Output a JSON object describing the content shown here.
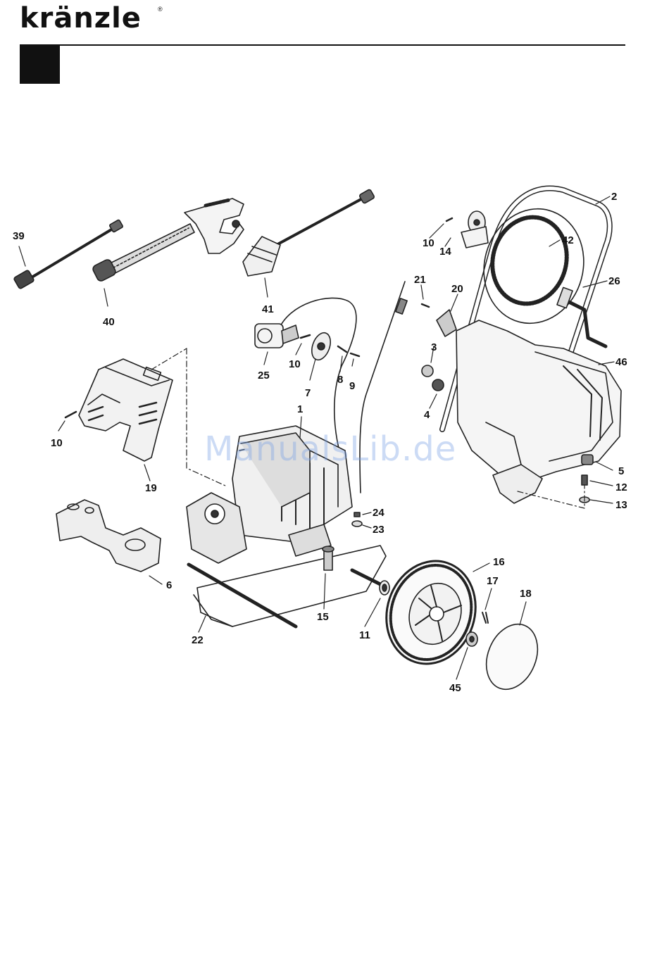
{
  "header": {
    "brand": "kränzle",
    "registered_mark": "®"
  },
  "watermark": "ManualsLib.de",
  "callouts": [
    {
      "id": "c39",
      "text": "39"
    },
    {
      "id": "c40",
      "text": "40"
    },
    {
      "id": "c41",
      "text": "41"
    },
    {
      "id": "c25",
      "text": "25"
    },
    {
      "id": "c10a",
      "text": "10"
    },
    {
      "id": "c7",
      "text": "7"
    },
    {
      "id": "c8",
      "text": "8"
    },
    {
      "id": "c9",
      "text": "9"
    },
    {
      "id": "c10b",
      "text": "10"
    },
    {
      "id": "c19",
      "text": "19"
    },
    {
      "id": "c1",
      "text": "1"
    },
    {
      "id": "c6",
      "text": "6"
    },
    {
      "id": "c22",
      "text": "22"
    },
    {
      "id": "c15",
      "text": "15"
    },
    {
      "id": "c24",
      "text": "24"
    },
    {
      "id": "c23",
      "text": "23"
    },
    {
      "id": "c11",
      "text": "11"
    },
    {
      "id": "c16",
      "text": "16"
    },
    {
      "id": "c17",
      "text": "17"
    },
    {
      "id": "c18",
      "text": "18"
    },
    {
      "id": "c45",
      "text": "45"
    },
    {
      "id": "c2",
      "text": "2"
    },
    {
      "id": "c10c",
      "text": "10"
    },
    {
      "id": "c14",
      "text": "14"
    },
    {
      "id": "c42",
      "text": "42"
    },
    {
      "id": "c26",
      "text": "26"
    },
    {
      "id": "c21",
      "text": "21"
    },
    {
      "id": "c20",
      "text": "20"
    },
    {
      "id": "c3",
      "text": "3"
    },
    {
      "id": "c4",
      "text": "4"
    },
    {
      "id": "c46",
      "text": "46"
    },
    {
      "id": "c5",
      "text": "5"
    },
    {
      "id": "c12",
      "text": "12"
    },
    {
      "id": "c13",
      "text": "13"
    }
  ]
}
